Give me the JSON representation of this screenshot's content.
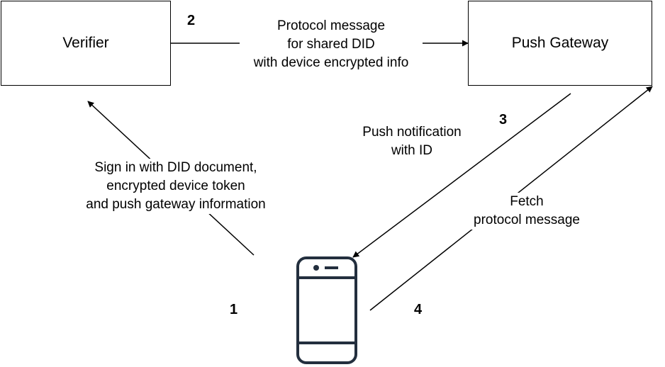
{
  "nodes": {
    "verifier": "Verifier",
    "push_gateway": "Push Gateway"
  },
  "steps": {
    "step1": "1",
    "step2": "2",
    "step3": "3",
    "step4": "4"
  },
  "edges": {
    "sign_in": [
      "Sign in with DID document,",
      "encrypted device token",
      "and push gateway information"
    ],
    "protocol_message": [
      "Protocol message",
      "for shared DID",
      "with device encrypted info"
    ],
    "push_notification": [
      "Push notification",
      "with ID"
    ],
    "fetch": [
      "Fetch",
      "protocol message"
    ]
  },
  "device_icon": "smartphone-icon",
  "colors": {
    "stroke": "#000000",
    "device": "#232f3e",
    "background": "#ffffff"
  }
}
